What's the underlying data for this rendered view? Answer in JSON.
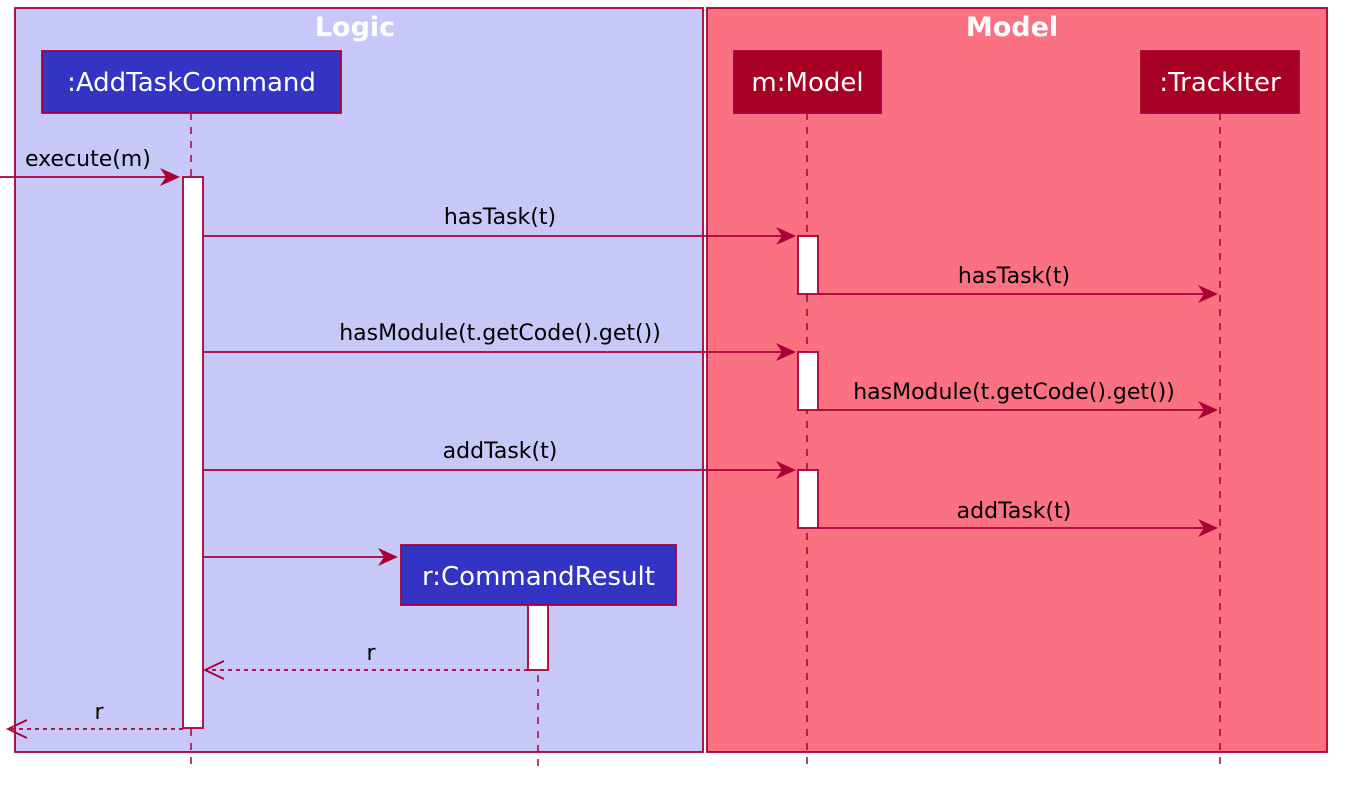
{
  "colors": {
    "logic_box": "#C8C8F8",
    "model_box": "#FA7282",
    "box_border": "#A80036",
    "logic_participant": "#3333C4",
    "model_participant": "#A80024",
    "line": "#A80036"
  },
  "boxes": {
    "logic": {
      "title": "Logic"
    },
    "model": {
      "title": "Model"
    }
  },
  "participants": {
    "add_task_command": {
      "label": ":AddTaskCommand"
    },
    "model": {
      "label": "m:Model"
    },
    "track_iter": {
      "label": ":TrackIter"
    },
    "command_result": {
      "label": "r:CommandResult"
    }
  },
  "messages": {
    "execute": {
      "label": "execute(m)"
    },
    "has_task_1": {
      "label": "hasTask(t)"
    },
    "has_task_2": {
      "label": "hasTask(t)"
    },
    "has_module_1": {
      "label": "hasModule(t.getCode().get())"
    },
    "has_module_2": {
      "label": "hasModule(t.getCode().get())"
    },
    "add_task_1": {
      "label": "addTask(t)"
    },
    "add_task_2": {
      "label": "addTask(t)"
    },
    "create_result": {
      "label": ""
    },
    "return_r_1": {
      "label": "r"
    },
    "return_r_2": {
      "label": "r"
    }
  }
}
